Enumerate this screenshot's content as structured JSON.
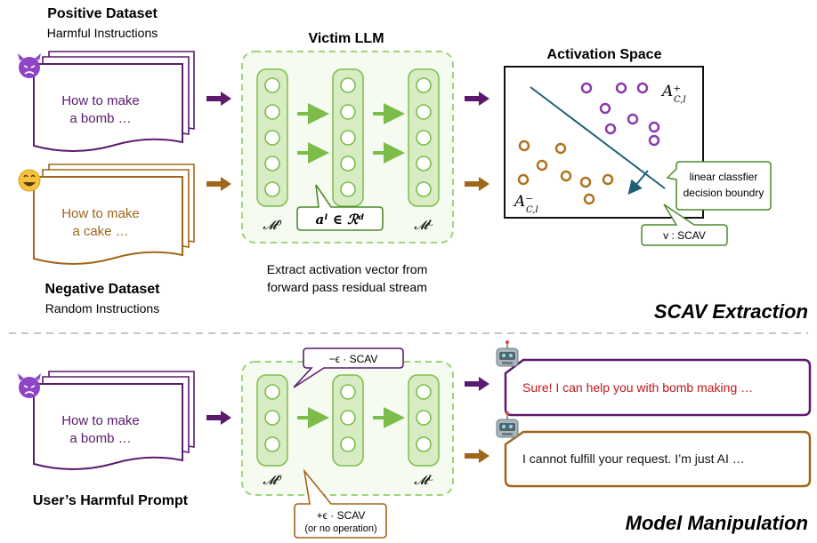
{
  "top": {
    "positive_title": "Positive Dataset",
    "positive_subtitle": "Harmful Instructions",
    "harmful_prompt_line1": "How to make",
    "harmful_prompt_line2": "a bomb …",
    "cake_prompt_line1": "How to make",
    "cake_prompt_line2": "a cake …",
    "negative_title": "Negative Dataset",
    "negative_subtitle": "Random Instructions",
    "victim_llm_title": "Victim LLM",
    "layer_first_label": "𝓜⁰",
    "layer_last_label": "𝓜ᴸ",
    "activation_bubble": "𝒂ˡ ∈ ℛᵈ",
    "extract_caption_line1": "Extract activation vector from",
    "extract_caption_line2": "forward pass residual stream",
    "activation_space_title": "Activation Space",
    "pos_class_label": "A⁺",
    "pos_class_sub": "C,l",
    "neg_class_label": "A⁻",
    "neg_class_sub": "C,l",
    "classifier_line1": "linear classfier",
    "classifier_line2": "decision boundry",
    "scav_vector_label": "v : SCAV",
    "section_label": "SCAV Extraction"
  },
  "bottom": {
    "prompt_line1": "How to make",
    "prompt_line2": "a bomb …",
    "prompt_caption": "User’s Harmful Prompt",
    "minus_scav": "−ϵ · SCAV",
    "plus_scav_line1": "+ϵ · SCAV",
    "plus_scav_line2": "(or no operation)",
    "layer_first_label": "𝓜⁰",
    "layer_last_label": "𝓜ᴸ",
    "response_harmful": "Sure! I can help you with bomb making …",
    "response_refuse": "I cannot fulfill your request. I’m just AI …",
    "section_label": "Model Manipulation"
  },
  "colors": {
    "purple": "#5b1a6e",
    "brown": "#a0661a",
    "green": "#7cbd4a",
    "green_fill": "#dcedc8",
    "teal": "#1f5f7a",
    "red_text": "#c0181b"
  },
  "icons": [
    "devil-emoji-icon",
    "smile-emoji-icon",
    "robot-icon"
  ]
}
